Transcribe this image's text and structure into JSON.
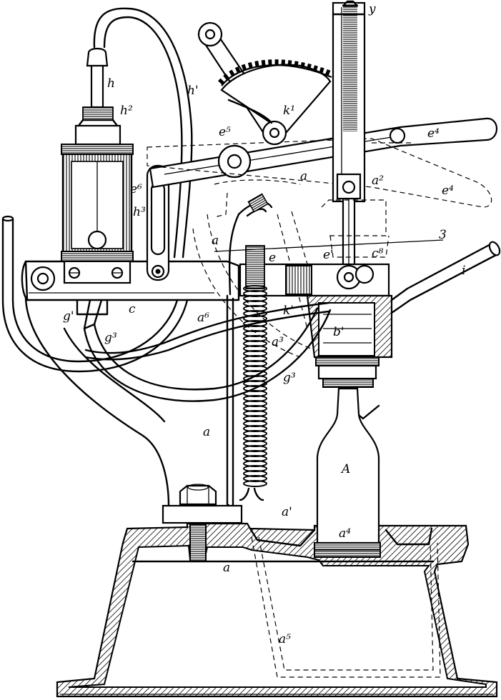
{
  "labels": {
    "y": "y",
    "h": "h",
    "h1": "h'",
    "h2": "h²",
    "h3": "h³",
    "k1": "k¹",
    "e5": "e⁵",
    "e4_top": "e⁴",
    "e4_ghost": "e⁴",
    "e6": "e⁶",
    "e": "e",
    "e1": "e'",
    "c8": "c⁸",
    "a_arm": "a",
    "a2": "a²",
    "a_column": "a",
    "a_floor": "a",
    "a_side": "a",
    "a3": "a³",
    "a1": "a'",
    "a4": "a⁴",
    "a5": "a⁵",
    "a6": "a⁶",
    "c": "c",
    "g1": "g'",
    "g3_left": "g³",
    "g3_right": "g³",
    "k1_lower": "k'",
    "b1": "b'",
    "i": "i",
    "three": "3",
    "bottle": "A"
  }
}
